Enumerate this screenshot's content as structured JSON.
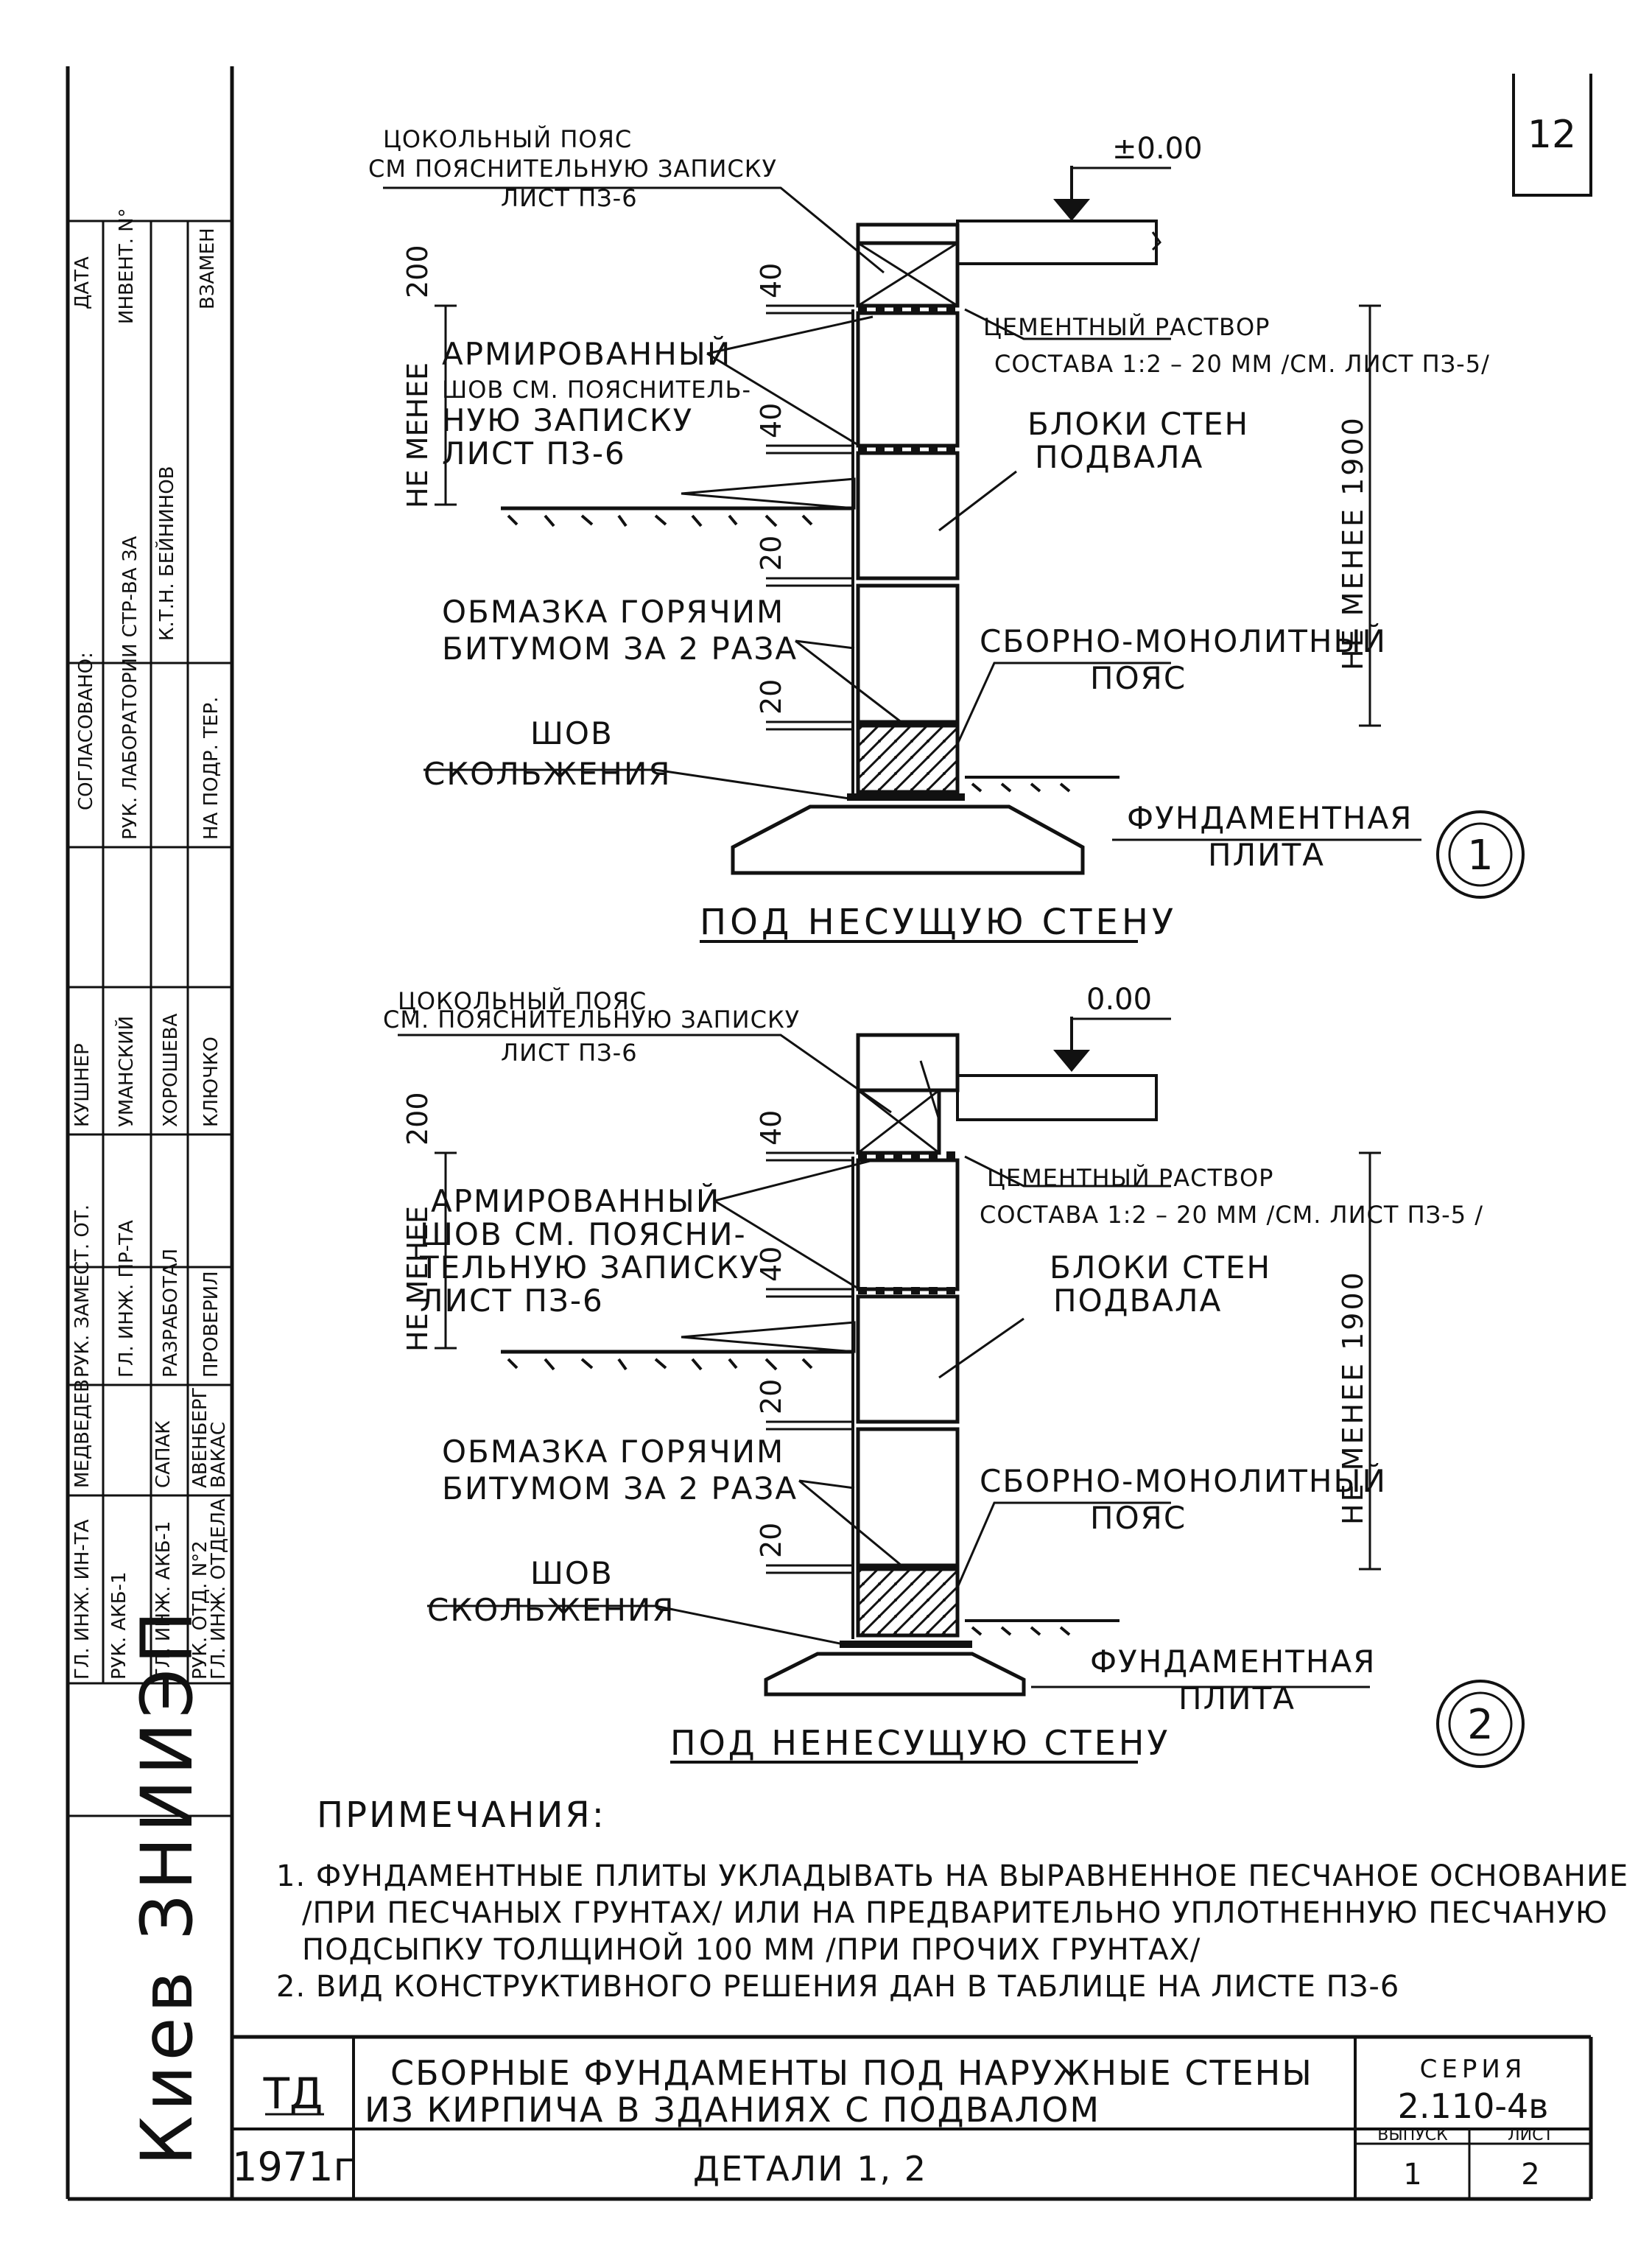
{
  "page_number": "12",
  "sidebar": {
    "city_org": "Киев ЗНИИЭП",
    "header_date": "ДАТА",
    "header_inv": "ИНВЕНТ. N°",
    "header_vzamen": "ВЗАМЕН",
    "agreed_title": "СОГЛАСОВАНО:",
    "agreed_rows": [
      {
        "role": "РУК. ЛАБОРАТОРИИ СТР-ВА ЗА",
        "name": "К.Т.Н. БЕЙНИНОВ"
      },
      {
        "role": "НА ПОДР. ТЕР.",
        "name": ""
      }
    ],
    "staff": [
      {
        "role": "ГЛ. ИНЖ. ИН-ТА",
        "name": "МЕДВЕДЕВ"
      },
      {
        "role": "РУК. АКБ-1",
        "name": ""
      },
      {
        "role": "ГЛ. ИНЖ. АКБ-1",
        "name": "САПАК"
      },
      {
        "role": "РУК. ОТД. N°2",
        "name": "АВЕНБЕРГ"
      },
      {
        "role": "ГЛ. ИНЖ. ОТДЕЛА",
        "name": "ВАКАС"
      },
      {
        "role": "РУК. ЗАМЕСТ. ОТ.",
        "name": "КУШНЕР"
      },
      {
        "role": "ГЛ. ИНЖ. ПР-ТА",
        "name": "УМАНСКИЙ"
      },
      {
        "role": "РАЗРАБОТАЛ",
        "name": "ХОРОШЕВА"
      },
      {
        "role": "ПРОВЕРИЛ",
        "name": "КЛЮЧКО"
      }
    ]
  },
  "details": [
    {
      "caption": "ПОД НЕСУЩУЮ СТЕНУ",
      "number": "1",
      "level_mark": "±0.00",
      "labels": {
        "plinth_belt_1": "ЦОКОЛЬНЫЙ ПОЯС",
        "plinth_belt_2": "СМ ПОЯСНИТЕЛЬНУЮ ЗАПИСКУ",
        "plinth_belt_3": "ЛИСТ ПЗ-6",
        "reinforced_1": "АРМИРОВАННЫЙ",
        "reinforced_2": "ШОВ СМ. ПОЯСНИТЕЛЬ-",
        "reinforced_3": "НУЮ ЗАПИСКУ",
        "reinforced_4": "ЛИСТ ПЗ-6",
        "mortar_1": "ЦЕМЕНТНЫЙ РАСТВОР",
        "mortar_2": "СОСТАВА 1:2 – 20 ММ /СМ. ЛИСТ ПЗ-5/",
        "blocks_1": "БЛОКИ СТЕН",
        "blocks_2": "ПОДВАЛА",
        "coating_1": "ОБМАЗКА ГОРЯЧИМ",
        "coating_2": "БИТУМОМ ЗА 2 РАЗА",
        "monolith_1": "СБОРНО-МОНОЛИТНЫЙ",
        "monolith_2": "ПОЯС",
        "slip_1": "ШОВ",
        "slip_2": "СКОЛЬЖЕНИЯ",
        "slab_1": "ФУНДАМЕНТНАЯ",
        "slab_2": "ПЛИТА"
      },
      "dims": {
        "d200": "200",
        "d40a": "40",
        "d40b": "40",
        "d20a": "20",
        "d20b": "20",
        "min_left": "НЕ МЕНЕЕ",
        "min_right": "НЕ МЕНЕЕ 1900"
      }
    },
    {
      "caption": "ПОД НЕНЕСУЩУЮ СТЕНУ",
      "number": "2",
      "level_mark": "0.00",
      "labels": {
        "plinth_belt_1": "ЦОКОЛЬНЫЙ ПОЯС",
        "plinth_belt_2": "СМ. ПОЯСНИТЕЛЬНУЮ ЗАПИСКУ",
        "plinth_belt_3": "ЛИСТ ПЗ-6",
        "reinforced_1": "АРМИРОВАННЫЙ",
        "reinforced_2": "ШОВ СМ. ПОЯСНИ-",
        "reinforced_3": "ТЕЛЬНУЮ ЗАПИСКУ",
        "reinforced_4": "ЛИСТ ПЗ-6",
        "mortar_1": "ЦЕМЕНТНЫЙ РАСТВОР",
        "mortar_2": "СОСТАВА 1:2 – 20 ММ /СМ. ЛИСТ ПЗ-5 /",
        "blocks_1": "БЛОКИ СТЕН",
        "blocks_2": "ПОДВАЛА",
        "coating_1": "ОБМАЗКА ГОРЯЧИМ",
        "coating_2": "БИТУМОМ ЗА 2 РАЗА",
        "monolith_1": "СБОРНО-МОНОЛИТНЫЙ",
        "monolith_2": "ПОЯС",
        "slip_1": "ШОВ",
        "slip_2": "СКОЛЬЖЕНИЯ",
        "slab_1": "ФУНДАМЕНТНАЯ",
        "slab_2": "ПЛИТА"
      },
      "dims": {
        "d200": "200",
        "d40a": "40",
        "d40b": "40",
        "d20a": "20",
        "d20b": "20",
        "min_left": "НЕ МЕНЕЕ",
        "min_right": "НЕ МЕНЕЕ 1900"
      }
    }
  ],
  "notes": {
    "title": "ПРИМЕЧАНИЯ:",
    "line1": "1. ФУНДАМЕНТНЫЕ ПЛИТЫ УКЛАДЫВАТЬ НА ВЫРАВНЕННОЕ ПЕСЧАНОЕ ОСНОВАНИЕ",
    "line2": "/ПРИ ПЕСЧАНЫХ ГРУНТАХ/ ИЛИ НА ПРЕДВАРИТЕЛЬНО УПЛОТНЕННУЮ ПЕСЧАНУЮ",
    "line3": "ПОДСЫПКУ ТОЛЩИНОЙ 100 ММ /ПРИ ПРОЧИХ ГРУНТАХ/",
    "line4": "2. ВИД КОНСТРУКТИВНОГО РЕШЕНИЯ ДАН В ТАБЛИЦЕ НА ЛИСТЕ ПЗ-6"
  },
  "title_block": {
    "code": "ТД",
    "year": "1971г",
    "title_1": "СБОРНЫЕ ФУНДАМЕНТЫ ПОД НАРУЖНЫЕ СТЕНЫ",
    "title_2": "ИЗ КИРПИЧА В ЗДАНИЯХ С ПОДВАЛОМ",
    "subtitle": "ДЕТАЛИ 1, 2",
    "series_label": "СЕРИЯ",
    "series_value": "2.110-4в",
    "issue_label": "ВЫПУСК",
    "issue_value": "1",
    "sheet_label": "ЛИСТ",
    "sheet_value": "2"
  }
}
